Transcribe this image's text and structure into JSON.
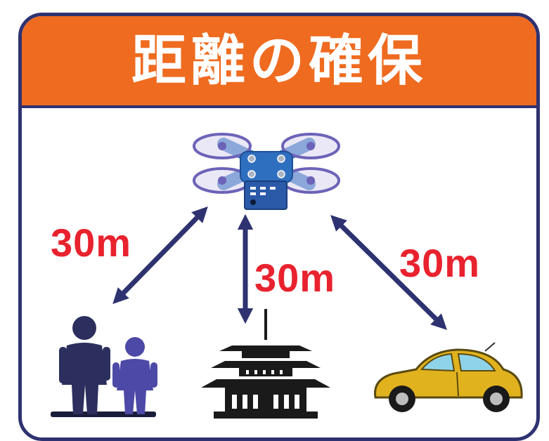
{
  "title": "距離の確保",
  "distances": {
    "left": "30m",
    "center": "30m",
    "right": "30m"
  },
  "colors": {
    "header": "#ef6b1f",
    "border": "#2e3270",
    "arrow": "#2e3270",
    "distance_text": "#e8222e",
    "drone_body": "#2f6fc0",
    "car_body": "#e0b21e"
  },
  "icons": [
    "drone-icon",
    "people-icon",
    "pagoda-icon",
    "car-icon"
  ]
}
